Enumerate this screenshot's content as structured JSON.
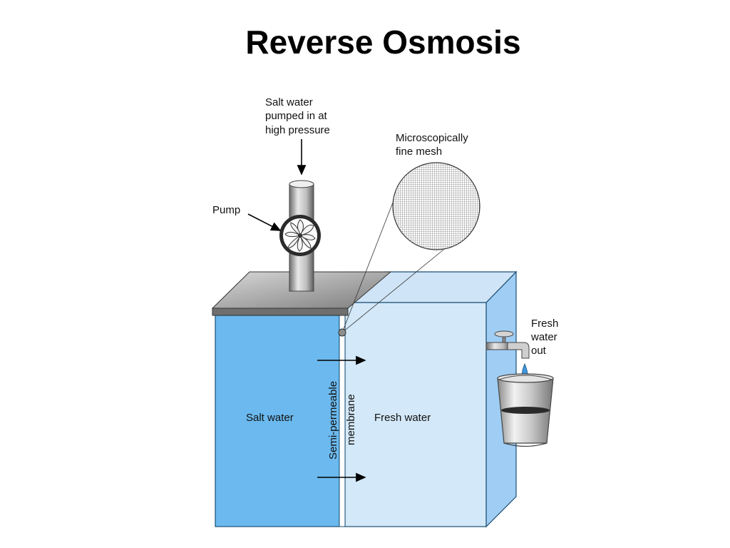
{
  "title": "Reverse Osmosis",
  "labels": {
    "input": [
      "Salt water",
      "pumped in at",
      "high pressure"
    ],
    "pump": "Pump",
    "mesh": [
      "Microscopically",
      "fine mesh"
    ],
    "outlet": [
      "Fresh",
      "water",
      "out"
    ],
    "salt_side": "Salt water",
    "fresh_side": "Fresh water",
    "membrane": [
      "Semi-permeable",
      "membrane"
    ]
  },
  "colors": {
    "salt_water": "#6bb9ee",
    "fresh_water": "#d3e8f8",
    "tank_side": "#9fcdf4",
    "lid": "#9a9a9a"
  }
}
